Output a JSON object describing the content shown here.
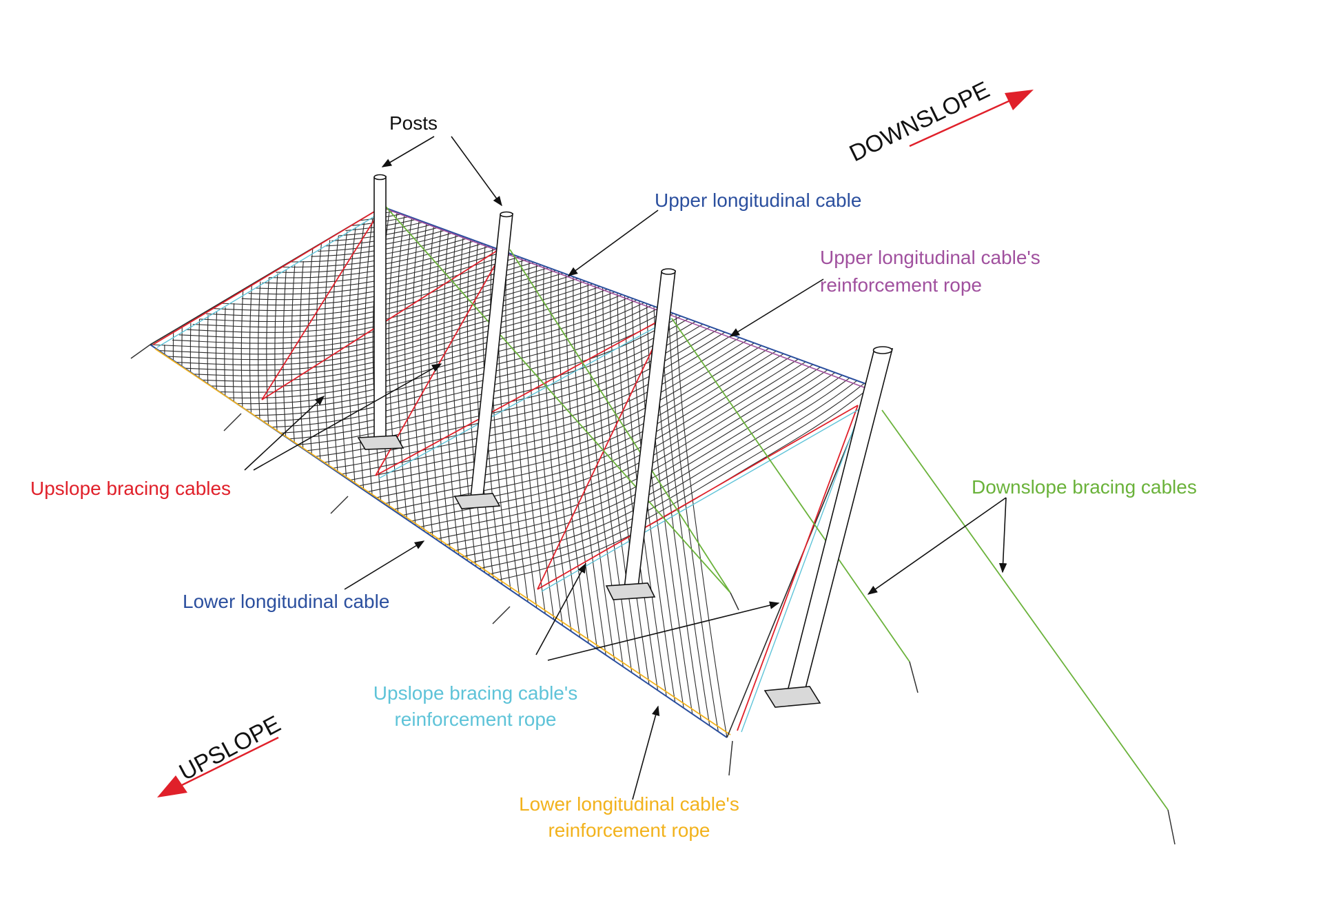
{
  "labels": {
    "posts": "Posts",
    "upper_cable": "Upper longitudinal cable",
    "upper_reinf_line1": "Upper longitudinal cable's",
    "upper_reinf_line2": "reinforcement rope",
    "upslope_bracing": "Upslope bracing cables",
    "downslope_bracing": "Downslope bracing cables",
    "lower_cable": "Lower longitudinal cable",
    "upslope_reinf_line1": "Upslope bracing cable's",
    "upslope_reinf_line2": "reinforcement rope",
    "lower_reinf_line1": "Lower longitudinal cable's",
    "lower_reinf_line2": "reinforcement rope",
    "downslope": "DOWNSLOPE",
    "upslope": "UPSLOPE"
  },
  "colors": {
    "posts": "#111111",
    "upper_cable": "#2b4f9e",
    "upper_reinf": "#a0509e",
    "upslope_bracing": "#e0202a",
    "downslope_bracing": "#6ab23a",
    "lower_cable": "#2b4f9e",
    "upslope_reinf": "#5ec3d8",
    "lower_reinf": "#f2b21c",
    "arrow": "#e0202a",
    "net": "#2a2a2a"
  }
}
